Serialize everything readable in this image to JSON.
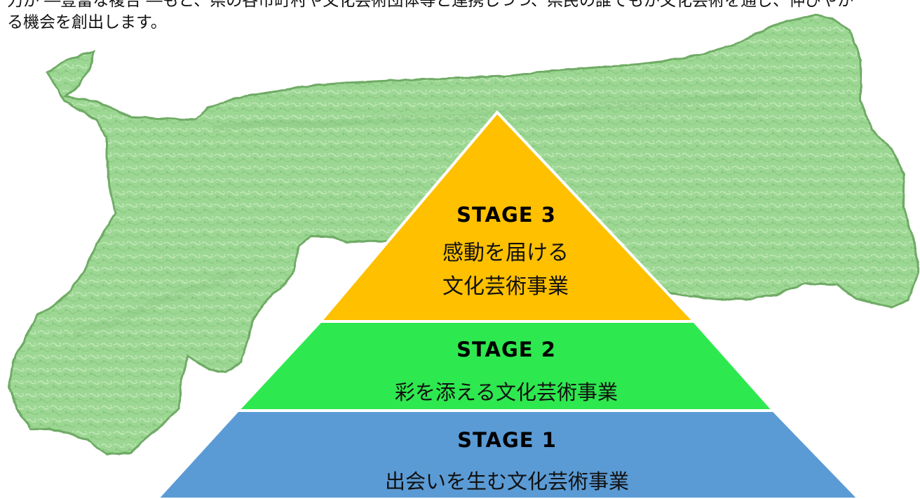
{
  "intro": {
    "line1": "力が ―豊富な複合 ―もと、県の各市町村や文化芸術団体等と連携しつつ、県民の誰でもが文化芸術を通じ、伸びやか",
    "line2": "る機会を創出します。"
  },
  "map": {
    "fill": "#98d68f",
    "shade": "#77b96d",
    "texture": "#c9ebbf",
    "edge": "#6aa85f"
  },
  "stages": {
    "stage3": {
      "title": "STAGE 3",
      "line1": "感動を届ける",
      "line2": "文化芸術事業",
      "color": "#ffc000"
    },
    "stage2": {
      "title": "STAGE 2",
      "line1": "彩を添える文化芸術事業",
      "color": "#2ee84f"
    },
    "stage1": {
      "title": "STAGE 1",
      "line1": "出会いを生む文化芸術事業",
      "color": "#5b9bd5"
    }
  }
}
